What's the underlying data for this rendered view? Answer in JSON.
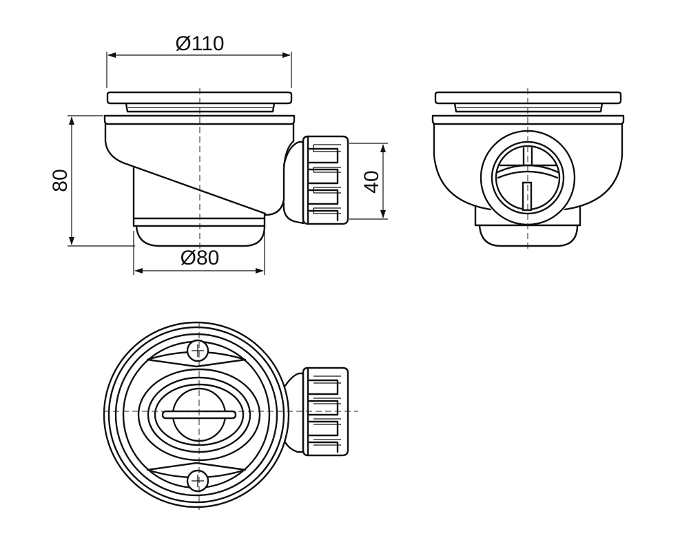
{
  "dimensions": {
    "top_diameter": "Ø110",
    "bottom_diameter": "Ø80",
    "height": "80",
    "outlet_height": "40"
  },
  "views": [
    "side-view",
    "front-view",
    "top-view"
  ],
  "colors": {
    "line": "#111111",
    "background": "#ffffff"
  }
}
